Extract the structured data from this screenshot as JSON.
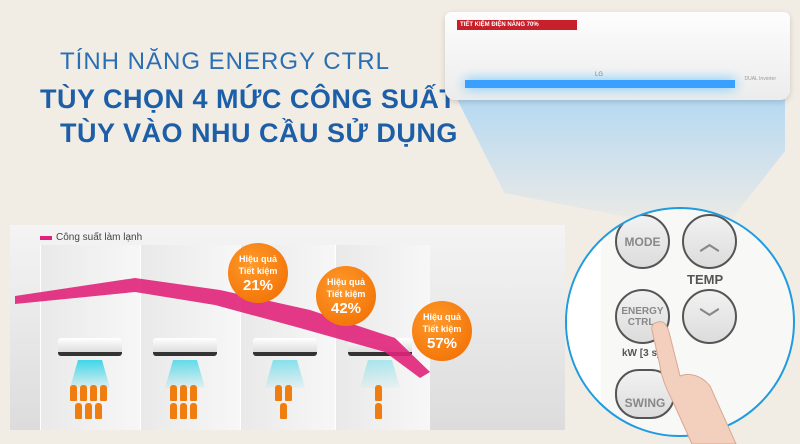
{
  "headline": {
    "line1": "TÍNH NĂNG ENERGY CTRL",
    "line2": "TÙY CHỌN 4 MỨC CÔNG SUẤT",
    "line3": "TÙY VÀO NHU CẦU SỬ DỤNG"
  },
  "ac_unit": {
    "label": "TIẾT KIỆM ĐIỆN NĂNG 70%",
    "brand": "LG",
    "badge": "DUAL Inverter"
  },
  "chart": {
    "legend": "Công suất làm lạnh",
    "legend_color": "#e0237a",
    "bubbles": [
      {
        "line1": "Hiệu quả",
        "line2": "Tiết kiệm",
        "value": "21%"
      },
      {
        "line1": "Hiệu quả",
        "line2": "Tiết kiệm",
        "value": "42%"
      },
      {
        "line1": "Hiệu quả",
        "line2": "Tiết kiệm",
        "value": "57%"
      }
    ],
    "people_counts": [
      7,
      6,
      3,
      2
    ]
  },
  "remote": {
    "mode": "MODE",
    "temp": "TEMP",
    "energy1": "ENERGY",
    "energy2": "CTRL.",
    "kw": "kW [3 s]",
    "swing": "SWING"
  },
  "colors": {
    "title": "#1c5fa8",
    "accent": "#f07d10",
    "ring": "#1f9be0"
  }
}
